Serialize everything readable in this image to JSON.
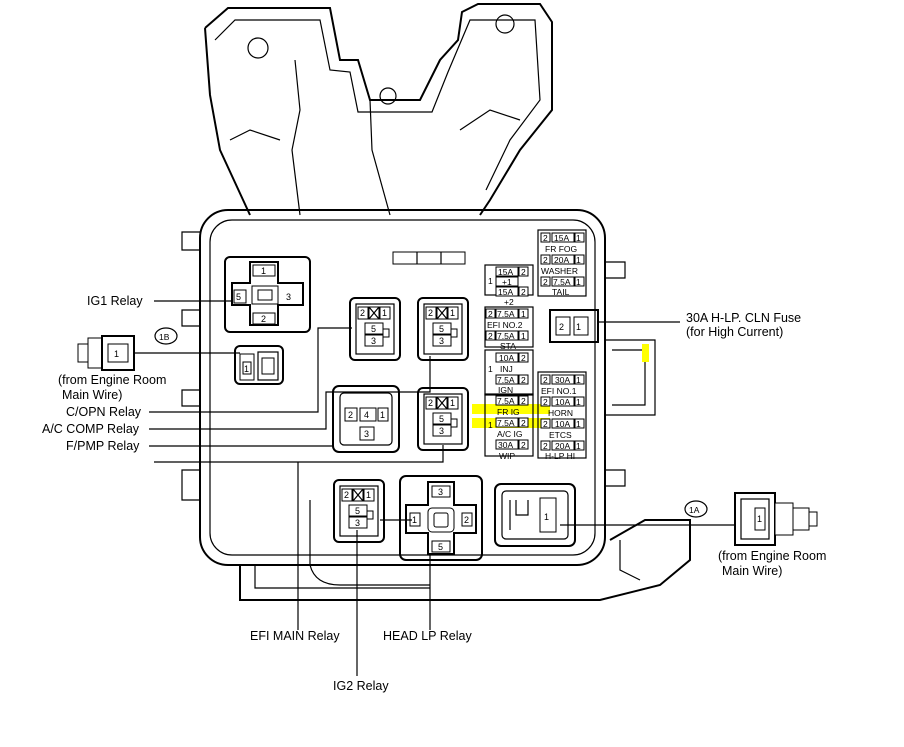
{
  "callouts": {
    "ig1": "IG1 Relay",
    "copn": "C/OPN Relay",
    "acc": "A/C COMP Relay",
    "fpmp": "F/PMP Relay",
    "efi_main": "EFI MAIN Relay",
    "headlp": "HEAD LP Relay",
    "ig2": "IG2 Relay",
    "hlp_cln_1": "30A H-LP. CLN Fuse",
    "hlp_cln_2": "(for High Current)",
    "conn_1b": "1B",
    "conn_1a": "1A",
    "from_left_1": "(from Engine Room",
    "from_left_2": "Main Wire)",
    "from_right_1": "(from Engine Room",
    "from_right_2": "Main Wire)"
  },
  "fuses": {
    "fr_fog_amp": "15A",
    "fr_fog": "FR FOG",
    "washer_amp": "20A",
    "washer": "WASHER",
    "tail_amp": "7.5A",
    "tail": "TAIL",
    "p1_amp": "15A",
    "p1": "+1",
    "p2_amp": "15A",
    "p2": "+2",
    "efi2_amp": "7.5A",
    "efi2": "EFI NO.2",
    "sta_amp": "7.5A",
    "sta": "STA",
    "inj_amp": "10A",
    "inj": "INJ",
    "ign_amp": "7.5A",
    "ign": "IGN",
    "efi1_amp": "30A",
    "efi1": "EFI NO.1",
    "frig_amp": "7.5A",
    "frig": "FR IG",
    "horn_amp": "10A",
    "horn": "HORN",
    "acig_amp": "7.5A",
    "acig": "A/C IG",
    "etcs_amp": "10A",
    "etcs": "ETCS",
    "wip_amp": "30A",
    "wip": "WIP",
    "hlphi_amp": "20A",
    "hlphi": "H-LP HI"
  },
  "highlight_color": "#ffff00"
}
